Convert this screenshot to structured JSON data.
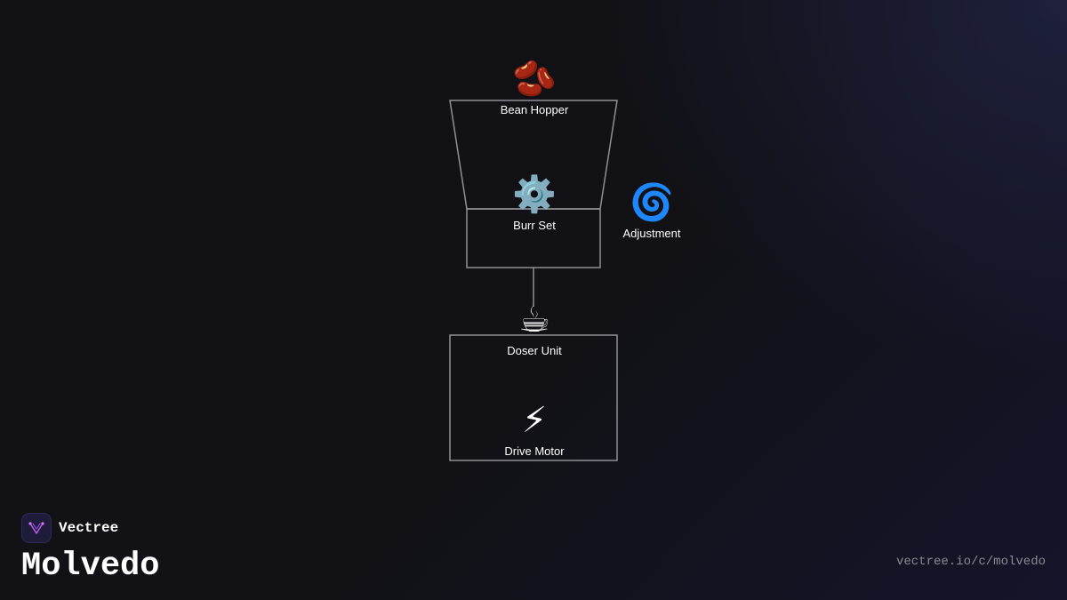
{
  "diagram": {
    "nodes": {
      "hopper": {
        "label": "Bean Hopper",
        "icon": "🫘"
      },
      "burr": {
        "label": "Burr Set",
        "icon": "⚙️"
      },
      "adjustment": {
        "label": "Adjustment",
        "icon": "🌀"
      },
      "doser": {
        "label": "Doser Unit",
        "icon": "☕"
      },
      "motor": {
        "label": "Drive Motor",
        "icon": "⚡"
      }
    },
    "colors": {
      "outline": "#8f8f96",
      "background": "#111116"
    }
  },
  "brand": {
    "company": "Vectree",
    "product": "Molvedo",
    "url": "vectree.io/c/molvedo",
    "logo_icon": "vectree-logo-icon",
    "logo_color": "#b55ce0"
  }
}
